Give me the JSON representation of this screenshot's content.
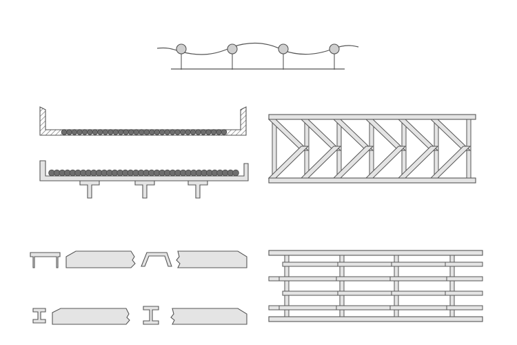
{
  "colors": {
    "stroke": "#555555",
    "fill_light": "#e4e4e4",
    "fill_mid": "#cfcfcf",
    "hatch": "#777777",
    "bar_dark": "#6e6e6e",
    "background": "#ffffff"
  },
  "figures": [
    {
      "id": "wave-cable-with-hangers",
      "rod_count": 4,
      "hanger_count": 4
    },
    {
      "id": "trough-section-with-bars",
      "bar_count": 32
    },
    {
      "id": "plate-section-with-bars-and-tees",
      "bar_count": 36,
      "tee_count": 3
    },
    {
      "id": "herringbone-grating",
      "bay_count": 6
    },
    {
      "id": "broken-plate-sections",
      "row_count": 2
    },
    {
      "id": "stacked-bar-grating",
      "tier_count": 4
    }
  ]
}
